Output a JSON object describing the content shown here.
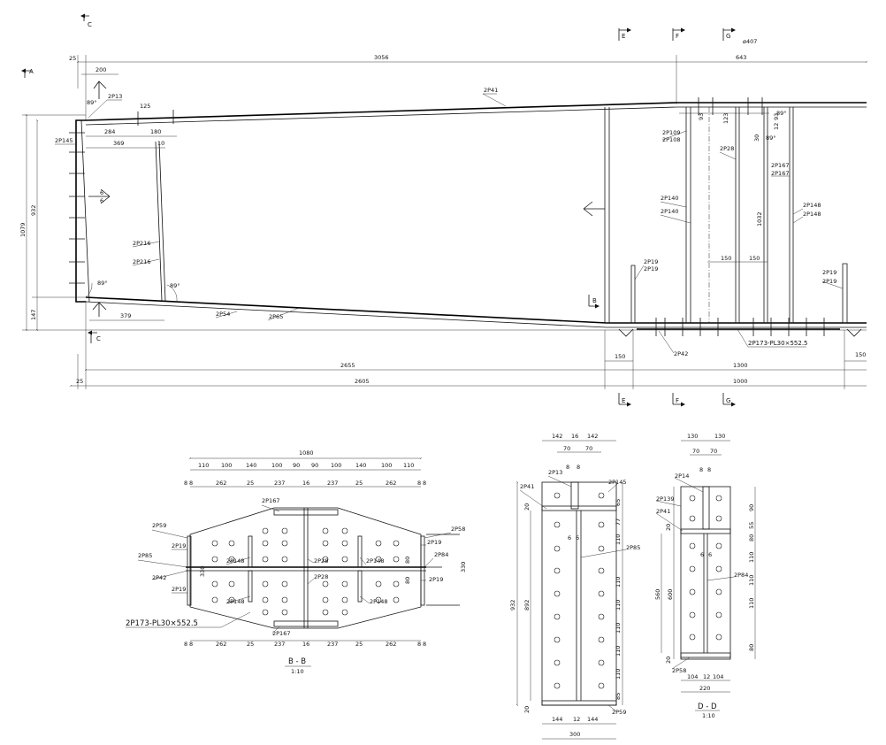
{
  "elevation": {
    "section_marks": [
      "C",
      "A",
      "E",
      "F",
      "G",
      "B",
      "C",
      "E",
      "F",
      "G"
    ],
    "elev_label": "ø407",
    "top_dims": [
      "25",
      "3056",
      "643"
    ],
    "bot_dims": [
      "25",
      "2655",
      "150",
      "1300",
      "150",
      "2605",
      "1000"
    ],
    "left_dims": [
      "1079",
      "932",
      "147"
    ],
    "detail_dims": [
      "200",
      "125",
      "284",
      "180",
      "369",
      "10",
      "379",
      "93",
      "123",
      "150",
      "150",
      "1032",
      "93",
      "12",
      "30"
    ],
    "angle_labels": [
      "89°",
      "89°",
      "89°",
      "89°",
      "89°"
    ],
    "weld_sizes": [
      "6",
      "6"
    ],
    "parts": [
      "2P41",
      "2P13",
      "2P145",
      "2P216",
      "2P216",
      "2P54",
      "2P65",
      "2P109",
      "2P108",
      "2P28",
      "2P167",
      "2P167",
      "2P140",
      "2P140",
      "2P148",
      "2P148",
      "2P19",
      "2P19",
      "2P19",
      "2P19",
      "2P42",
      "2P173-PL30×552.5"
    ]
  },
  "section_bb": {
    "title": "B - B",
    "scale": "1:10",
    "top_total": "1080",
    "top_dims": [
      "110",
      "100",
      "140",
      "100",
      "90",
      "90",
      "100",
      "140",
      "100",
      "110"
    ],
    "row_dims": [
      "262",
      "25",
      "237",
      "16",
      "237",
      "25",
      "262"
    ],
    "edge_dims": [
      "8",
      "8",
      "8",
      "8",
      "8",
      "8",
      "8",
      "8"
    ],
    "vert_dims": [
      "330",
      "80",
      "80",
      "330"
    ],
    "parts": [
      "2P59",
      "2P19",
      "2P85",
      "2P42",
      "2P19",
      "2P167",
      "2P148",
      "2P28",
      "2P28",
      "2P148",
      "2P148",
      "2P148",
      "2P167",
      "2P19",
      "2P58",
      "2P84",
      "2P19"
    ],
    "plate_label": "2P173-PL30×552.5"
  },
  "section_ee": {
    "top_dims": [
      "142",
      "16",
      "142",
      "70",
      "70",
      "8",
      "8",
      "6",
      "6"
    ],
    "right_dims": [
      "65",
      "77",
      "110",
      "110",
      "110",
      "110",
      "110",
      "110",
      "85"
    ],
    "left_dims": [
      "20",
      "932",
      "892",
      "20"
    ],
    "bottom_dims": [
      "144",
      "12",
      "144",
      "300"
    ],
    "parts": [
      "2P13",
      "2P41",
      "2P145",
      "2P85",
      "2P59"
    ]
  },
  "section_dd": {
    "title": "D - D",
    "scale": "1:10",
    "top_dims": [
      "130",
      "130",
      "70",
      "70",
      "8",
      "8",
      "6",
      "6"
    ],
    "right_dims": [
      "90",
      "55",
      "80",
      "110",
      "110",
      "110",
      "80"
    ],
    "left_dims": [
      "20",
      "560",
      "600",
      "20"
    ],
    "bottom_dims": [
      "104",
      "12",
      "104",
      "220"
    ],
    "parts": [
      "2P14",
      "2P139",
      "2P41",
      "2P84",
      "2P58"
    ]
  }
}
